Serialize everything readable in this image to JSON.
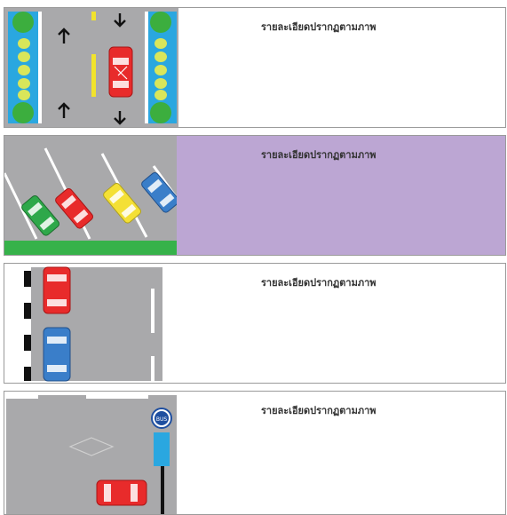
{
  "cards": [
    {
      "caption": "รายละเอียดปรากฏตามภาพ",
      "background": "#ffffff"
    },
    {
      "caption": "รายละเอียดปรากฏตามภาพ",
      "background": "#bca6d3"
    },
    {
      "caption": "รายละเอียดปรากฏตามภาพ",
      "background": "#ffffff"
    },
    {
      "caption": "รายละเอียดปรากฏตามภาพ",
      "background": "#ffffff"
    }
  ],
  "bus_sign": {
    "text": "BUS"
  },
  "icons": {
    "arrow_up": "arrow-up-icon",
    "arrow_down": "arrow-down-icon",
    "car": "car-icon",
    "bus_stop_sign": "bus-stop-sign-icon"
  },
  "colors": {
    "road": "#a9a9ab",
    "curb_blue": "#2aa7e0",
    "tree_green": "#3cae3e",
    "bush_yellow": "#d9e65a",
    "lane_yellow": "#f1e32c",
    "car_red": "#e82b2b",
    "car_green": "#2ea84a",
    "car_yellow": "#f4e035",
    "car_blue": "#3a7ec9",
    "grass_green": "#36b24a"
  }
}
